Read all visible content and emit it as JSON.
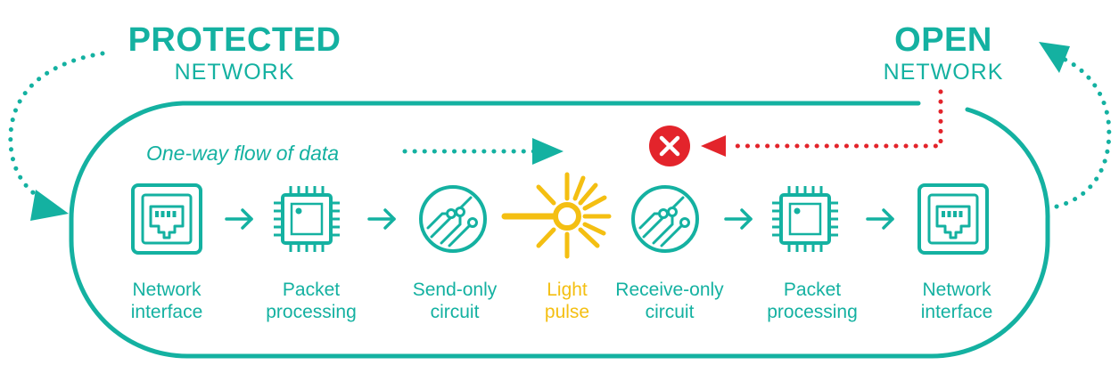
{
  "colors": {
    "teal": "#14b1a1",
    "yellow": "#f4bf12",
    "red": "#e3242b"
  },
  "protected": {
    "title": "PROTECTED",
    "subtitle": "NETWORK"
  },
  "open": {
    "title": "OPEN",
    "subtitle": "NETWORK"
  },
  "flow_label": "One-way flow of data",
  "stages": [
    {
      "icon": "ethernet-port-icon",
      "line1": "Network",
      "line2": "interface"
    },
    {
      "icon": "cpu-chip-icon",
      "line1": "Packet",
      "line2": "processing"
    },
    {
      "icon": "circuit-icon",
      "line1": "Send-only",
      "line2": "circuit"
    },
    {
      "icon": "light-pulse-icon",
      "line1": "Light",
      "line2": "pulse"
    },
    {
      "icon": "circuit-icon",
      "line1": "Receive-only",
      "line2": "circuit"
    },
    {
      "icon": "cpu-chip-icon",
      "line1": "Packet",
      "line2": "processing"
    },
    {
      "icon": "ethernet-port-icon",
      "line1": "Network",
      "line2": "interface"
    }
  ]
}
